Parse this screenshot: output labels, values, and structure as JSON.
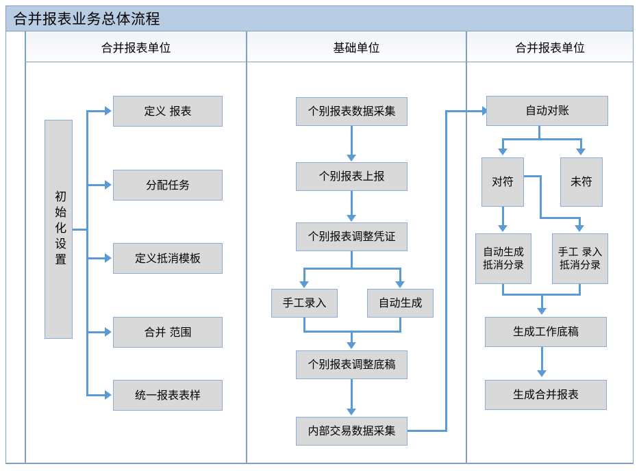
{
  "diagram": {
    "title": "合并报表业务总体流程",
    "columns": [
      {
        "id": "col-left",
        "label": "合并报表单位"
      },
      {
        "id": "col-middle",
        "label": "基础单位"
      },
      {
        "id": "col-right",
        "label": "合并报表单位"
      }
    ],
    "colors": {
      "title_bar": "#b8cce4",
      "node_fill": "#d9d9d9",
      "node_border": "#8eaadb",
      "connector": "#5b9bd5",
      "table_border": "#7f9fc4"
    },
    "nodes": {
      "init_setup": "初始化设置",
      "define_report": "定义 报表",
      "assign_task": "分配任务",
      "define_offset_template": "定义抵消模板",
      "merge_scope": "合并 范围",
      "unified_report_format": "统一报表表样",
      "individual_data_collect": "个别报表数据采集",
      "individual_submit": "个别报表上报",
      "individual_adjust_voucher": "个别报表调整凭证",
      "manual_entry": "手工录入",
      "auto_generate": "自动生成",
      "individual_adjust_draft": "个别报表调整底稿",
      "internal_txn_collect": "内部交易数据采集",
      "auto_reconcile": "自动对账",
      "matched": "对符",
      "unmatched": "未符",
      "auto_gen_offset_entry": "自动生成\n抵消分录",
      "manual_offset_entry": "手工 录入\n抵消分录",
      "generate_worksheet": "生成工作底稿",
      "generate_consolidated": "生成合并报表"
    }
  }
}
